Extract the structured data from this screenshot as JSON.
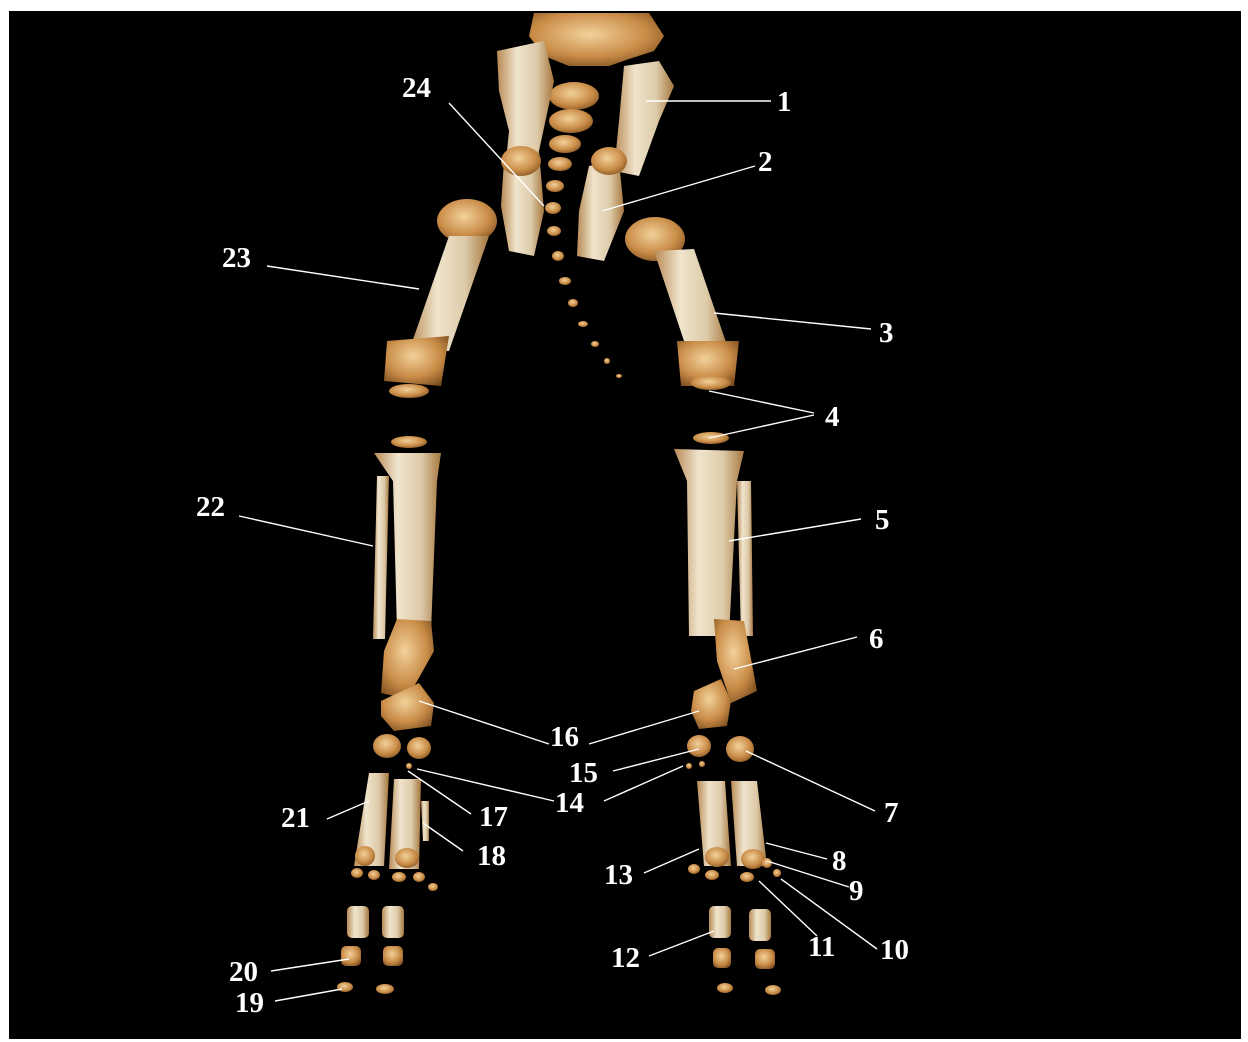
{
  "image": {
    "background_color": "#000000",
    "bone_color": "#e8d8b8",
    "joint_color": "#c58a45",
    "label_color": "#ffffff",
    "leader_line_color": "#ffffff"
  },
  "labels": [
    "1",
    "2",
    "3",
    "4",
    "5",
    "6",
    "7",
    "8",
    "9",
    "10",
    "11",
    "12",
    "13",
    "14",
    "15",
    "16",
    "17",
    "18",
    "19",
    "20",
    "21",
    "22",
    "23",
    "24"
  ]
}
